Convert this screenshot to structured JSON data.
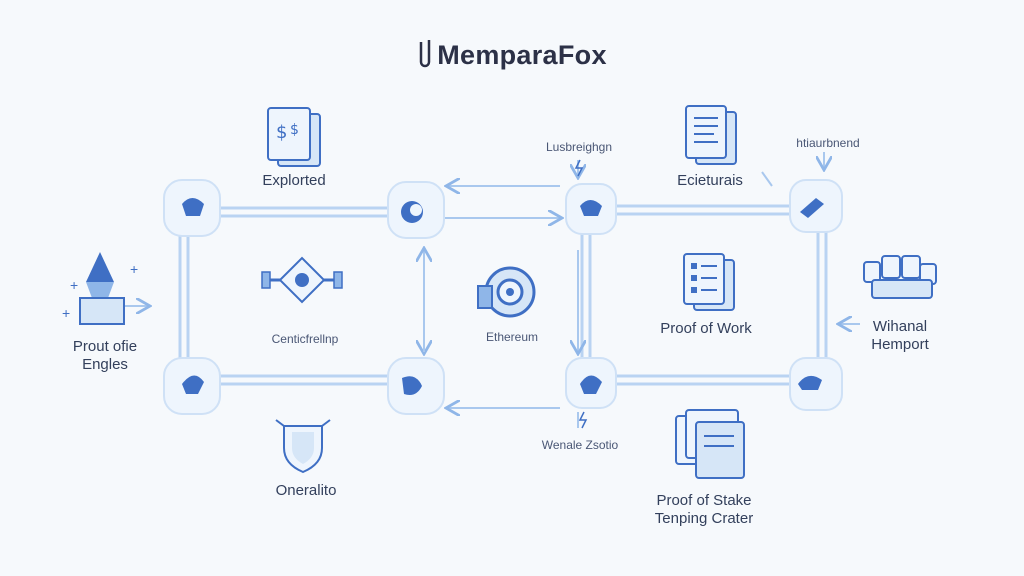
{
  "header": {
    "title": "MemparaFox"
  },
  "labels": {
    "explorted": "Explorted",
    "lustbreighgn": "Lusbreighgn",
    "ecieturais": "Ecieturais",
    "htiaurbnend": "htiaurbnend",
    "prout_line1": "Prout ofie",
    "prout_line2": "Engles",
    "centicfrellnp": "Centicfrellnp",
    "ethereum": "Ethereum",
    "proof_of_work": "Proof of Work",
    "wihanal_line1": "Wihanal",
    "wihanal_line2": "Hemport",
    "wenale_zsotio": "Wenale Zsotio",
    "oneralito": "Oneralito",
    "pos_line1": "Proof of Stake",
    "pos_line2": "Tenping Crater"
  },
  "colors": {
    "accent": "#3f6fc4",
    "line": "#a9c8ee",
    "node_ring": "#d6e6f7",
    "text": "#33405c"
  }
}
